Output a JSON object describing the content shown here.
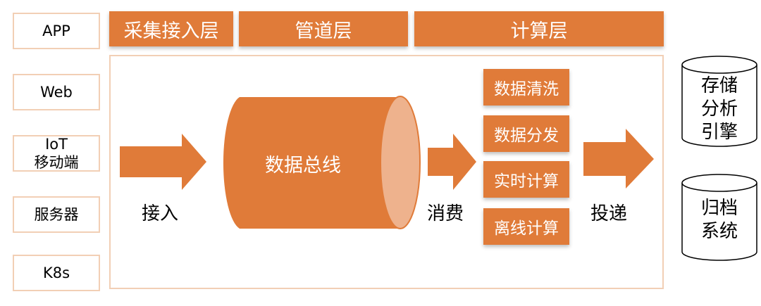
{
  "sources": [
    "APP",
    "Web",
    "IoT\n移动端",
    "服务器",
    "K8s"
  ],
  "layers": {
    "collection": "采集接入层",
    "pipeline": "管道层",
    "compute": "计算层"
  },
  "flow": {
    "ingest_label": "接入",
    "bus_label": "数据总线",
    "consume_label": "消费",
    "deliver_label": "投递"
  },
  "operations": [
    "数据清洗",
    "数据分发",
    "实时计算",
    "离线计算"
  ],
  "sinks": [
    "存储\n分析\n引擎",
    "归档\n系统"
  ],
  "colors": {
    "accent": "#e07b39",
    "accent_light": "#eeb28d",
    "border": "#f2cfb5"
  }
}
